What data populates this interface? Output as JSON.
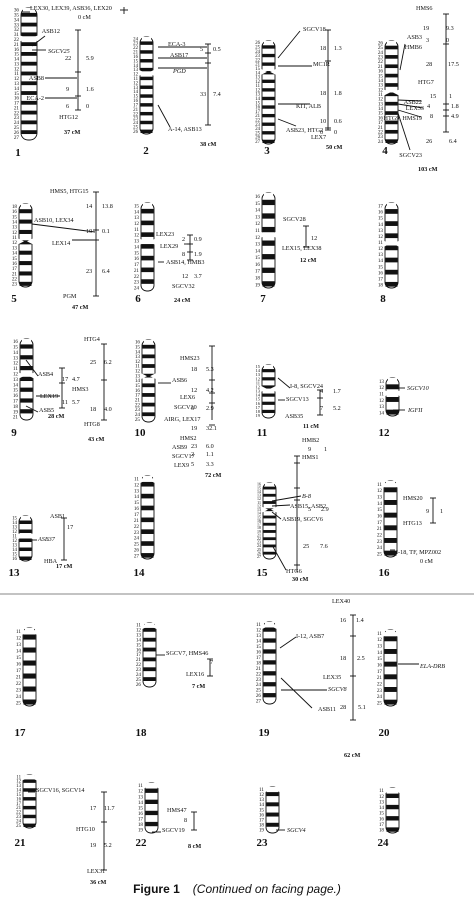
{
  "figure": {
    "caption_title": "Figure 1",
    "caption_note": "(Continued on facing page.)"
  },
  "chromosomes": [
    {
      "id": "1",
      "bands": [
        "36",
        "35",
        "34",
        "33",
        "32",
        "31",
        "22",
        "21",
        "16",
        "15",
        "14",
        "13",
        "12",
        "11",
        "12",
        "13",
        "14",
        "15",
        "16",
        "17",
        "21",
        "22",
        "23",
        "24",
        "25",
        "26",
        "27"
      ],
      "markers": [
        {
          "text": "LEX30, LEX39, ASB36, LEX20",
          "italic": false
        },
        {
          "text": "0 cM",
          "italic": false
        },
        {
          "text": "ASB12",
          "italic": false
        },
        {
          "text": "SGCV25",
          "italic": true
        },
        {
          "text": "ASB8",
          "italic": false
        },
        {
          "text": "ECA-2",
          "italic": false
        },
        {
          "text": "HTG12",
          "italic": false
        }
      ],
      "distances": [
        "22",
        "5.9",
        "9",
        "1.6",
        "6",
        "0"
      ],
      "total": "37 cM"
    },
    {
      "id": "2",
      "bands": [
        "24",
        "23",
        "22",
        "21",
        "16",
        "15",
        "14",
        "13",
        "12",
        "11",
        "12",
        "13",
        "14",
        "15",
        "16",
        "17",
        "21",
        "22",
        "23",
        "24",
        "25",
        "26"
      ],
      "markers": [
        {
          "text": "ECA-3",
          "italic": false
        },
        {
          "text": "ASB17",
          "italic": false
        },
        {
          "text": "PGD",
          "italic": true
        },
        {
          "text": "A-14, ASB13",
          "italic": false
        }
      ],
      "distances": [
        "5",
        "0.5",
        "33",
        "7.4"
      ],
      "total": "38 cM"
    },
    {
      "id": "3",
      "bands": [
        "26",
        "25",
        "24",
        "23",
        "22",
        "21",
        "15",
        "14",
        "13",
        "12",
        "11",
        "12",
        "13",
        "14",
        "15",
        "16",
        "17",
        "21",
        "22",
        "23",
        "24",
        "25",
        "26",
        "27"
      ],
      "markers": [
        {
          "text": "SGCV18",
          "italic": false
        },
        {
          "text": "MC1R",
          "italic": false
        },
        {
          "text": "KIT, ALB",
          "italic": false
        },
        {
          "text": "ASB23, HTG2",
          "italic": false
        },
        {
          "text": "LEX7",
          "italic": false
        }
      ],
      "distances": [
        "18",
        "1.3",
        "18",
        "1.8",
        "10",
        "0.6",
        "0",
        "0"
      ],
      "total": "50 cM"
    },
    {
      "id": "4",
      "bands": [
        "26",
        "25",
        "24",
        "23",
        "22",
        "21",
        "16",
        "15",
        "14",
        "13",
        "12",
        "11",
        "12",
        "13",
        "14",
        "15",
        "16",
        "17",
        "21",
        "22",
        "23",
        "24"
      ],
      "markers": [
        {
          "text": "HMS6",
          "italic": false
        },
        {
          "text": "ASB3",
          "italic": false
        },
        {
          "text": "HMB6",
          "italic": false
        },
        {
          "text": "HTG7",
          "italic": false
        },
        {
          "text": "ASB22",
          "italic": false
        },
        {
          "text": "LEX33",
          "italic": false
        },
        {
          "text": "HTG9, HMS19",
          "italic": false
        },
        {
          "text": "SGCV23",
          "italic": false
        }
      ],
      "distances": [
        "19",
        "9.3",
        "3",
        "0",
        "28",
        "17.5",
        "15",
        "1",
        "4",
        "1.8",
        "8",
        "4.9",
        "26",
        "6.4"
      ],
      "total": "103 cM"
    },
    {
      "id": "5",
      "bands": [
        "18",
        "16",
        "15",
        "14",
        "13",
        "12",
        "11",
        "12",
        "13",
        "14",
        "15",
        "16",
        "17",
        "21",
        "22",
        "23"
      ],
      "markers": [
        {
          "text": "HMS5, HTG15",
          "italic": false
        },
        {
          "text": "ASB10, LEX34",
          "italic": false
        },
        {
          "text": "LEX14",
          "italic": false
        },
        {
          "text": "PGM",
          "italic": false
        }
      ],
      "distances": [
        "14",
        "13.8",
        "10",
        "0.1",
        "23",
        "6.4"
      ],
      "total": "47 cM"
    },
    {
      "id": "6",
      "bands": [
        "15",
        "14",
        "13",
        "12",
        "11",
        "12",
        "13",
        "14",
        "15",
        "16",
        "17",
        "21",
        "22",
        "23",
        "24"
      ],
      "markers": [
        {
          "text": "LEX23",
          "italic": false
        },
        {
          "text": "LEX29",
          "italic": false
        },
        {
          "text": "ASB14, HMB3",
          "italic": false
        },
        {
          "text": "SGCV32",
          "italic": false
        }
      ],
      "distances": [
        "2",
        "0.9",
        "8",
        "1.9",
        "12",
        "3.7"
      ],
      "total": "24 cM"
    },
    {
      "id": "7",
      "bands": [
        "16",
        "15",
        "14",
        "13",
        "12",
        "11",
        "12",
        "13",
        "14",
        "15",
        "16",
        "17",
        "18",
        "19"
      ],
      "markers": [
        {
          "text": "SGCV28",
          "italic": false
        },
        {
          "text": "LEX15, LEX38",
          "italic": false
        }
      ],
      "distances": [
        "12"
      ],
      "total": "12 cM"
    },
    {
      "id": "8",
      "bands": [
        "17",
        "16",
        "15",
        "14",
        "13",
        "12",
        "11",
        "12",
        "13",
        "14",
        "15",
        "16",
        "17",
        "18"
      ],
      "markers": [],
      "distances": [],
      "total": ""
    },
    {
      "id": "9",
      "bands": [
        "16",
        "15",
        "14",
        "13",
        "12",
        "11",
        "12",
        "13",
        "14",
        "15",
        "16",
        "17",
        "18",
        "19",
        "21"
      ],
      "markers": [
        {
          "text": "ASB4",
          "italic": false
        },
        {
          "text": "LEX19",
          "italic": false
        },
        {
          "text": "ASB5",
          "italic": false
        }
      ],
      "distances": [
        "17",
        "4.7",
        "11",
        "5.7"
      ],
      "total": "28 cM"
    },
    {
      "id": "9b",
      "bands": [],
      "markers": [
        {
          "text": "HTG4",
          "italic": false
        },
        {
          "text": "HMS3",
          "italic": false
        },
        {
          "text": "HTG8",
          "italic": false
        }
      ],
      "distances": [
        "25",
        "6.2",
        "18",
        "4.0"
      ],
      "total": "43 cM"
    },
    {
      "id": "10",
      "bands": [
        "16",
        "15",
        "14",
        "13",
        "12",
        "11",
        "12",
        "13",
        "14",
        "15",
        "16",
        "17",
        "21",
        "22",
        "23",
        "24",
        "25"
      ],
      "markers": [
        {
          "text": "HMS23",
          "italic": false
        },
        {
          "text": "ASB6",
          "italic": false
        },
        {
          "text": "LEX6",
          "italic": false
        },
        {
          "text": "SGCV30",
          "italic": false
        },
        {
          "text": "AIRG, LEX17",
          "italic": false
        },
        {
          "text": "HMS2",
          "italic": false
        },
        {
          "text": "ASB9",
          "italic": false
        },
        {
          "text": "SGCV17",
          "italic": false
        },
        {
          "text": "LEX9",
          "italic": false
        }
      ],
      "distances": [
        "18",
        "5.3",
        "12",
        "4.2",
        "6",
        "2.9",
        "19",
        "32.1",
        "23",
        "6.0",
        "2",
        "1.1",
        "5",
        "3.3"
      ],
      "total": "72 cM"
    },
    {
      "id": "11",
      "bands": [
        "15",
        "14",
        "13",
        "12",
        "11",
        "12",
        "13",
        "14",
        "15",
        "16",
        "17",
        "18",
        "19"
      ],
      "markers": [
        {
          "text": "I-8, SGCV24",
          "italic": false
        },
        {
          "text": "SGCV13",
          "italic": false
        },
        {
          "text": "ASB35",
          "italic": false
        }
      ],
      "distances": [
        "4",
        "1.7",
        "7",
        "5.2"
      ],
      "total": "11 cM"
    },
    {
      "id": "12",
      "bands": [
        "13",
        "12",
        "11",
        "12",
        "13",
        "14"
      ],
      "markers": [
        {
          "text": "SGCV10",
          "italic": true
        },
        {
          "text": "IGFII",
          "italic": true
        }
      ],
      "distances": [],
      "total": ""
    },
    {
      "id": "13",
      "bands": [
        "15",
        "14",
        "13",
        "12",
        "11",
        "12",
        "13",
        "14",
        "15",
        "16"
      ],
      "markers": [
        {
          "text": "ASB1",
          "italic": false
        },
        {
          "text": "ASB37",
          "italic": true
        },
        {
          "text": "HBA",
          "italic": false
        }
      ],
      "distances": [
        "17"
      ],
      "total": "17 cM"
    },
    {
      "id": "14",
      "bands": [
        "11",
        "12",
        "13",
        "14",
        "15",
        "16",
        "17",
        "21",
        "22",
        "23",
        "24",
        "25",
        "26",
        "27"
      ],
      "markers": [],
      "distances": [],
      "total": ""
    },
    {
      "id": "15",
      "bands": [
        "16",
        "15",
        "14",
        "13",
        "12",
        "11",
        "12",
        "13",
        "14",
        "15",
        "16",
        "17",
        "18",
        "19",
        "21",
        "22",
        "23",
        "24",
        "25",
        "26",
        "27"
      ],
      "markers": [
        {
          "text": "HMB2",
          "italic": false
        },
        {
          "text": "HMS1",
          "italic": false
        },
        {
          "text": "B-8",
          "italic": true
        },
        {
          "text": "ASB15, ASB2",
          "italic": false
        },
        {
          "text": "ASB19, SGCV6",
          "italic": false
        },
        {
          "text": "HTG6",
          "italic": false
        }
      ],
      "distances": [
        "9",
        "1",
        "5",
        "2.9",
        "25",
        "7.6"
      ],
      "total": "30 cM"
    },
    {
      "id": "16",
      "bands": [
        "11",
        "12",
        "13",
        "14",
        "15",
        "16",
        "17",
        "21",
        "22",
        "23",
        "24",
        "25"
      ],
      "markers": [
        {
          "text": "HMS20",
          "italic": false
        },
        {
          "text": "HTG13",
          "italic": false
        },
        {
          "text": "I-18, TF, MPZ002",
          "italic": false
        },
        {
          "text": "0 cM",
          "italic": false
        }
      ],
      "distances": [
        "9",
        "1"
      ],
      "total": ""
    },
    {
      "id": "17",
      "bands": [
        "11",
        "12",
        "13",
        "14",
        "15",
        "16",
        "17",
        "21",
        "22",
        "23",
        "24",
        "25"
      ],
      "markers": [],
      "distances": [],
      "total": ""
    },
    {
      "id": "18",
      "bands": [
        "11",
        "12",
        "13",
        "14",
        "15",
        "16",
        "17",
        "21",
        "22",
        "23",
        "24",
        "25",
        "26"
      ],
      "markers": [
        {
          "text": "SGCV7, HMS46",
          "italic": false
        },
        {
          "text": "LEX16",
          "italic": false
        }
      ],
      "distances": [
        "7"
      ],
      "total": "7 cM"
    },
    {
      "id": "19",
      "bands": [
        "11",
        "12",
        "13",
        "14",
        "15",
        "16",
        "17",
        "18",
        "21",
        "22",
        "23",
        "24",
        "25",
        "26",
        "27"
      ],
      "markers": [
        {
          "text": "LEX40",
          "italic": false
        },
        {
          "text": "I-12, ASB7",
          "italic": false
        },
        {
          "text": "LEX35",
          "italic": false
        },
        {
          "text": "SGCV8",
          "italic": true
        },
        {
          "text": "ASB11",
          "italic": false
        }
      ],
      "distances": [
        "16",
        "1.4",
        "18",
        "2.5",
        "28",
        "5.1"
      ],
      "total": "62 cM"
    },
    {
      "id": "20",
      "bands": [
        "11",
        "12",
        "13",
        "14",
        "15",
        "16",
        "17",
        "21",
        "22",
        "23",
        "24",
        "25"
      ],
      "markers": [
        {
          "text": "ELA-DRB",
          "italic": true
        }
      ],
      "distances": [],
      "total": ""
    },
    {
      "id": "21",
      "bands": [
        "11",
        "12",
        "13",
        "14",
        "15",
        "16",
        "17",
        "21",
        "22",
        "23",
        "24",
        "25"
      ],
      "markers": [
        {
          "text": "SGCV16, SGCV14",
          "italic": false
        },
        {
          "text": "HTG10",
          "italic": false
        },
        {
          "text": "LEX31",
          "italic": false
        }
      ],
      "distances": [
        "17",
        "11.7",
        "19",
        "5.2"
      ],
      "total": "36 cM"
    },
    {
      "id": "22",
      "bands": [
        "11",
        "12",
        "13",
        "14",
        "15",
        "16",
        "17",
        "18",
        "19"
      ],
      "markers": [
        {
          "text": "HMS47",
          "italic": false
        },
        {
          "text": "SGCV19",
          "italic": false
        }
      ],
      "distances": [
        "8"
      ],
      "total": "8 cM"
    },
    {
      "id": "23",
      "bands": [
        "11",
        "12",
        "13",
        "14",
        "15",
        "16",
        "17",
        "18",
        "19"
      ],
      "markers": [
        {
          "text": "SGCV4",
          "italic": true
        }
      ],
      "distances": [],
      "total": ""
    },
    {
      "id": "24",
      "bands": [
        "11",
        "12",
        "13",
        "14",
        "15",
        "16",
        "17",
        "18"
      ],
      "markers": [],
      "distances": [],
      "total": ""
    }
  ]
}
